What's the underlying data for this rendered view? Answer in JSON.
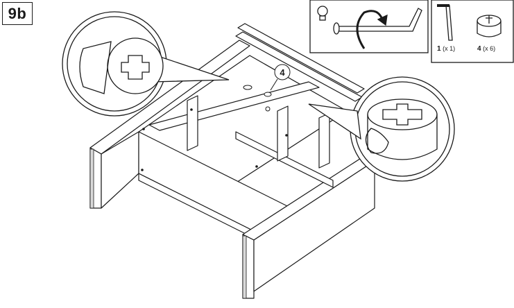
{
  "step": {
    "label": "9b"
  },
  "callout": {
    "part_number": "4"
  },
  "parts": [
    {
      "number": "1",
      "qty": "(x 1)"
    },
    {
      "number": "4",
      "qty": "(x 6)"
    }
  ],
  "colors": {
    "line": "#1a1a1a",
    "panel": "#ffffff",
    "edge_fill": "#d9d9d9"
  }
}
